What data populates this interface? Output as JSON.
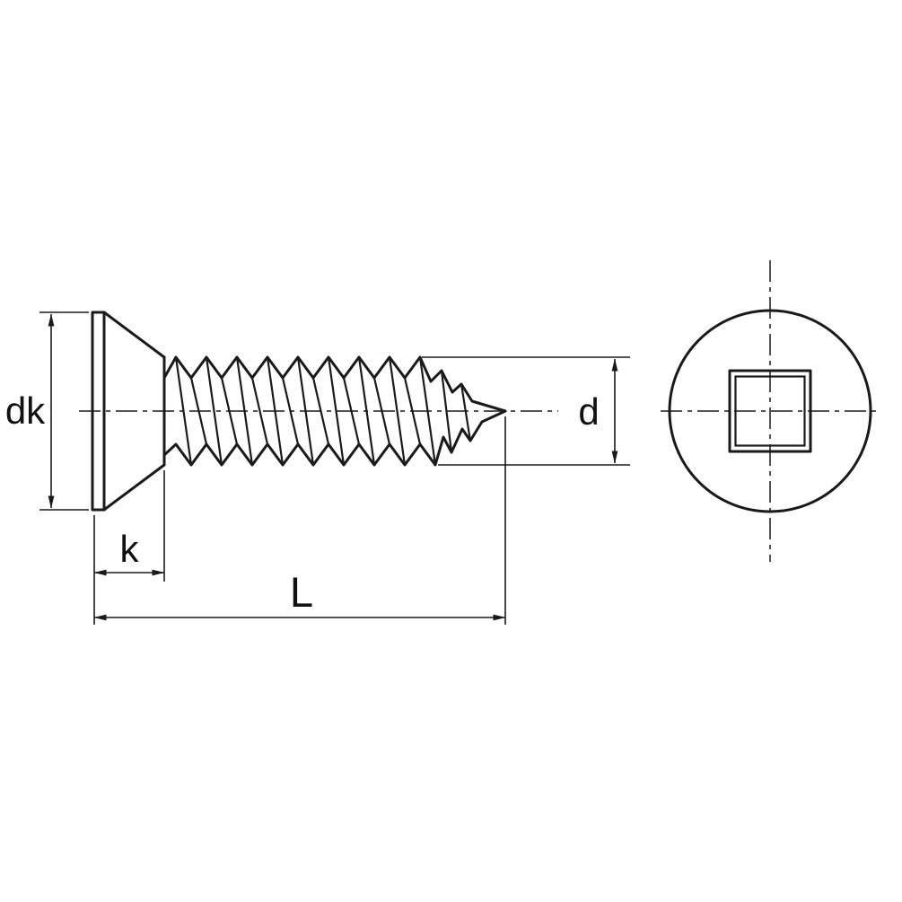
{
  "drawing": {
    "labels": {
      "head_diameter": "dk",
      "head_height": "k",
      "total_length": "L",
      "thread_diameter": "d"
    },
    "colors": {
      "line": "#1a1a1a",
      "background": "#ffffff"
    }
  }
}
